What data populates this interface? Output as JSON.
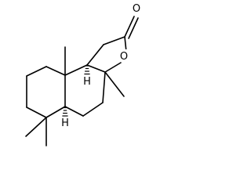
{
  "molecule": {
    "atoms": {
      "oxygen_carbonyl": {
        "symbol": "O"
      },
      "oxygen_ring": {
        "symbol": "O"
      },
      "hydrogen_9b": {
        "symbol": "H"
      },
      "hydrogen_5a": {
        "symbol": "H"
      }
    },
    "bond_styles": {
      "hash": "hashed-wedge",
      "wedge": "solid-wedge",
      "double": "double"
    }
  }
}
